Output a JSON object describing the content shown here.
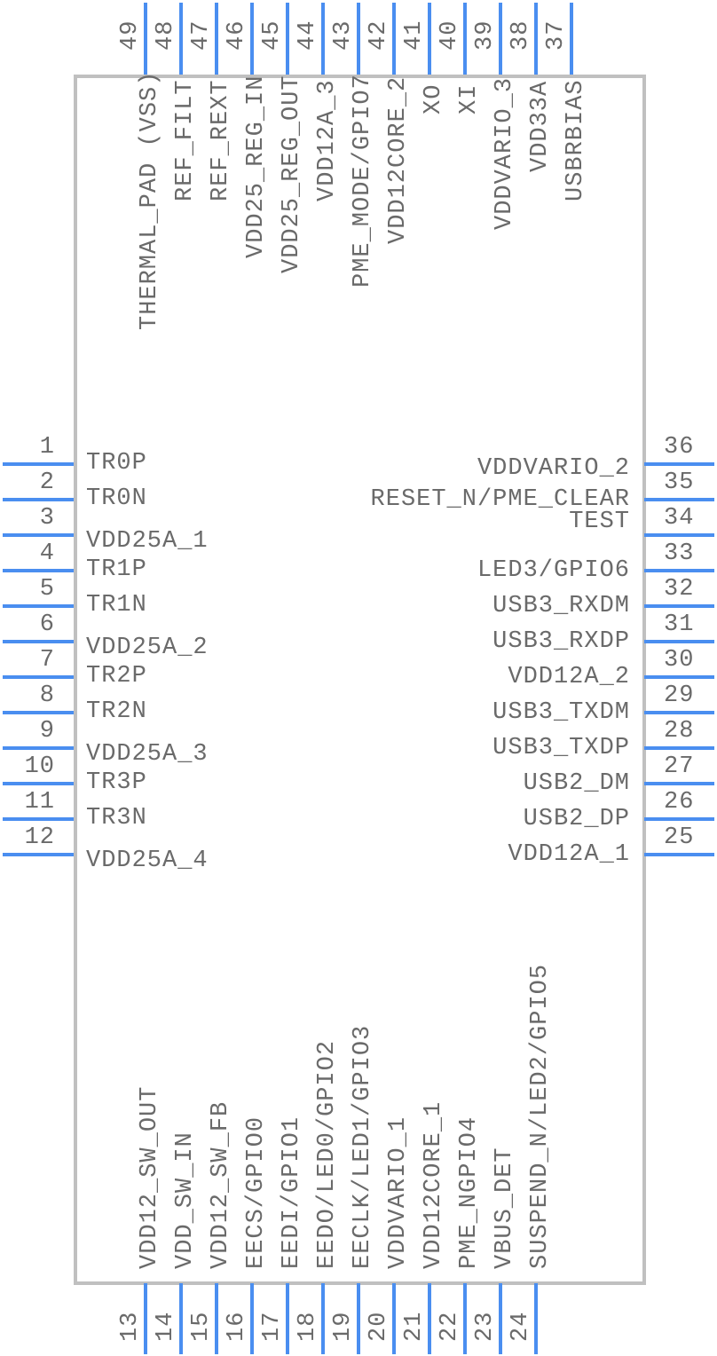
{
  "component": {
    "name": "IC schematic symbol",
    "colors": {
      "pin": "#4a8ef0",
      "outline": "#c0c0c0",
      "text": "#6a6a6a"
    }
  },
  "pins": {
    "left": [
      {
        "num": "1",
        "name": "TR0P"
      },
      {
        "num": "2",
        "name": "TR0N"
      },
      {
        "num": "3",
        "name": "VDD25A_1"
      },
      {
        "num": "4",
        "name": "TR1P"
      },
      {
        "num": "5",
        "name": "TR1N"
      },
      {
        "num": "6",
        "name": "VDD25A_2"
      },
      {
        "num": "7",
        "name": "TR2P"
      },
      {
        "num": "8",
        "name": "TR2N"
      },
      {
        "num": "9",
        "name": "VDD25A_3"
      },
      {
        "num": "10",
        "name": "TR3P"
      },
      {
        "num": "11",
        "name": "TR3N"
      },
      {
        "num": "12",
        "name": "VDD25A_4"
      }
    ],
    "right": [
      {
        "num": "36",
        "name": "VDDVARIO_2"
      },
      {
        "num": "35",
        "name": "RESET_N/PME_CLEAR"
      },
      {
        "num": "34",
        "name": "TEST"
      },
      {
        "num": "33",
        "name": "LED3/GPIO6"
      },
      {
        "num": "32",
        "name": "USB3_RXDM"
      },
      {
        "num": "31",
        "name": "USB3_RXDP"
      },
      {
        "num": "30",
        "name": "VDD12A_2"
      },
      {
        "num": "29",
        "name": "USB3_TXDM"
      },
      {
        "num": "28",
        "name": "USB3_TXDP"
      },
      {
        "num": "27",
        "name": "USB2_DM"
      },
      {
        "num": "26",
        "name": "USB2_DP"
      },
      {
        "num": "25",
        "name": "VDD12A_1"
      }
    ],
    "top": [
      {
        "num": "49",
        "name": "THERMAL_PAD (VSS)"
      },
      {
        "num": "48",
        "name": "REF_FILT"
      },
      {
        "num": "47",
        "name": "REF_REXT"
      },
      {
        "num": "46",
        "name": "VDD25_REG_IN"
      },
      {
        "num": "45",
        "name": "VDD25_REG_OUT"
      },
      {
        "num": "44",
        "name": "VDD12A_3"
      },
      {
        "num": "43",
        "name": "PME_MODE/GPIO7"
      },
      {
        "num": "42",
        "name": "VDD12CORE_2"
      },
      {
        "num": "41",
        "name": "XO"
      },
      {
        "num": "40",
        "name": "XI"
      },
      {
        "num": "39",
        "name": "VDDVARIO_3"
      },
      {
        "num": "38",
        "name": "VDD33A"
      },
      {
        "num": "37",
        "name": "USBRBIAS"
      }
    ],
    "bottom": [
      {
        "num": "13",
        "name": "VDD12_SW_OUT"
      },
      {
        "num": "14",
        "name": "VDD_SW_IN"
      },
      {
        "num": "15",
        "name": "VDD12_SW_FB"
      },
      {
        "num": "16",
        "name": "EECS/GPIO0"
      },
      {
        "num": "17",
        "name": "EEDI/GPIO1"
      },
      {
        "num": "18",
        "name": "EEDO/LED0/GPIO2"
      },
      {
        "num": "19",
        "name": "EECLK/LED1/GPIO3"
      },
      {
        "num": "20",
        "name": "VDDVARIO_1"
      },
      {
        "num": "21",
        "name": "VDD12CORE_1"
      },
      {
        "num": "22",
        "name": "PME_NGPIO4"
      },
      {
        "num": "23",
        "name": "VBUS_DET"
      },
      {
        "num": "24",
        "name": "SUSPEND_N/LED2/GPIO5"
      }
    ]
  }
}
